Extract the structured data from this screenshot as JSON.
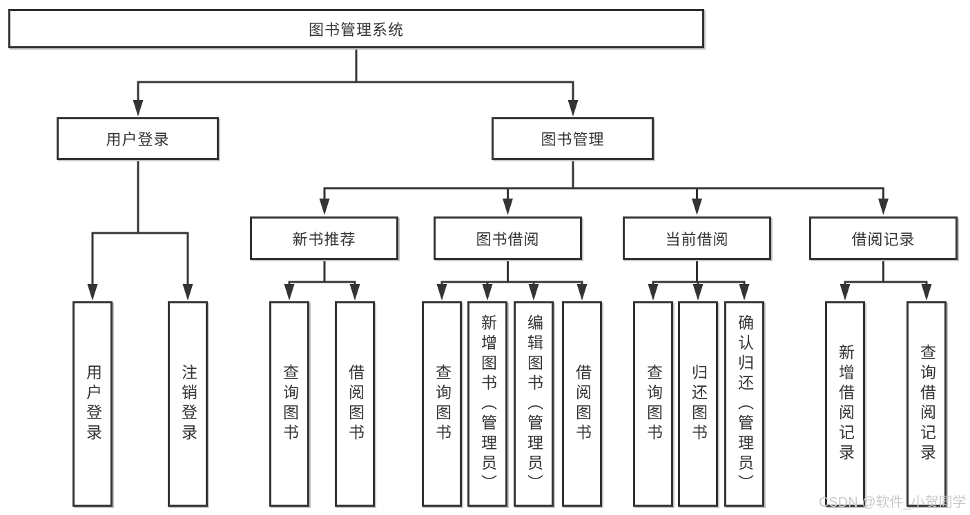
{
  "tree": {
    "root": "图书管理系统",
    "branches": [
      {
        "label": "用户登录",
        "leaves": [
          "用户登录",
          "注销登录"
        ]
      },
      {
        "label": "图书管理",
        "sections": [
          {
            "label": "新书推荐",
            "leaves": [
              "查询图书",
              "借阅图书"
            ]
          },
          {
            "label": "图书借阅",
            "leaves": [
              "查询图书",
              "新增图书（管理员）",
              "编辑图书（管理员）",
              "借阅图书"
            ]
          },
          {
            "label": "当前借阅",
            "leaves": [
              "查询图书",
              "归还图书",
              "确认归还（管理员）"
            ]
          },
          {
            "label": "借阅记录",
            "leaves": [
              "新增借阅记录",
              "查询借阅记录"
            ]
          }
        ]
      }
    ]
  },
  "watermark": "CSDN @软件_小贺同学",
  "colors": {
    "line": "#343434",
    "box_border": "#343434",
    "text": "#333333",
    "watermark": "#c9c9c9",
    "background": "#ffffff"
  }
}
